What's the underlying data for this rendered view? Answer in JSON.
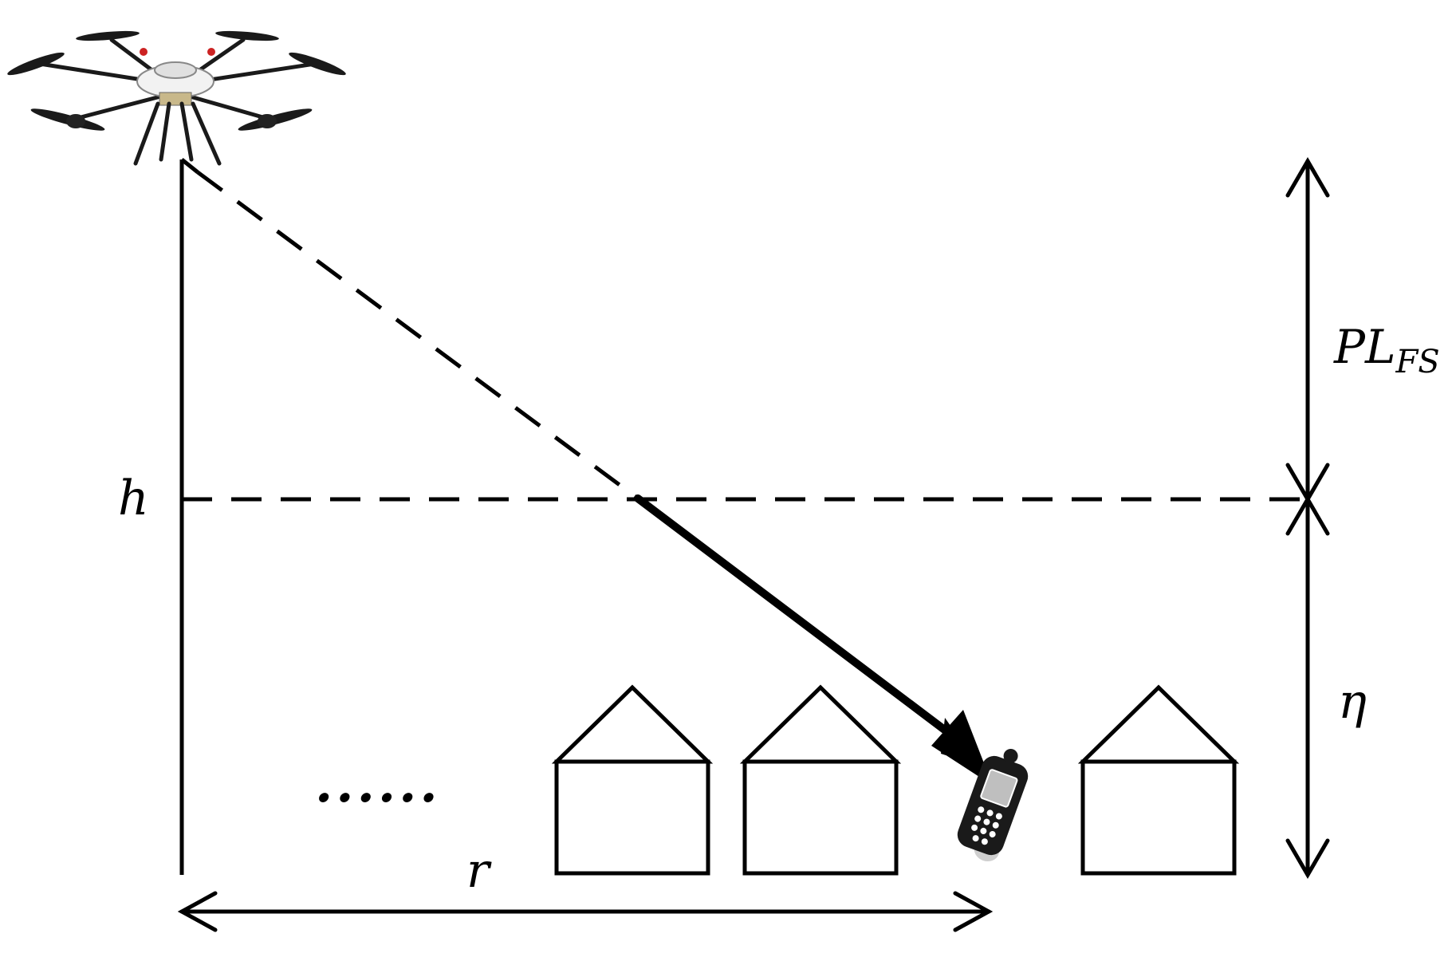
{
  "labels": {
    "h": "h",
    "r": "r",
    "eta": "η",
    "pl_main": "PL",
    "pl_sub": "FS",
    "ellipsis": "......"
  },
  "colors": {
    "stroke": "#000000",
    "background": "#ffffff",
    "drone_body": "#f2f2f2",
    "drone_dark": "#1a1a1a",
    "drone_accent": "#cc2222",
    "phone_screen": "#bfbfbf"
  },
  "icons": {
    "drone": "hexacopter-drone-icon",
    "phone": "mobile-phone-icon",
    "house": "house-outline-icon"
  }
}
